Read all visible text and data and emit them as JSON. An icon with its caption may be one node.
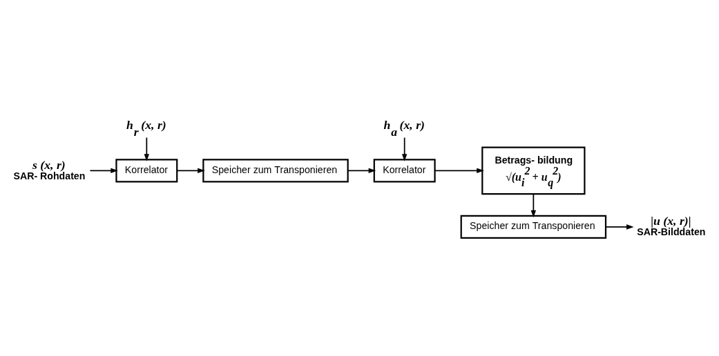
{
  "diagram": {
    "nodes": [
      {
        "text": [
          "Korrelator"
        ]
      },
      {
        "text": [
          "Speicher zum Transponieren"
        ]
      },
      {
        "text": [
          "Korrelator"
        ]
      },
      {
        "text": [
          "Betrags- bildung",
          "√(u$_{i}$$^{2}$ + u$_{q}$$^{2}$)"
        ]
      },
      {
        "text": [
          "Speicher zum Transponieren"
        ]
      },
      {
        "text": [
          "s (x, r)",
          "SAR- Rohdaten"
        ]
      },
      {
        "text": [
          "h$_{r}$ (x, r)"
        ]
      },
      {
        "text": [
          "h$_{a}$ (x, r)"
        ]
      },
      {
        "text": [
          "|u (x, r)|",
          "SAR-Bilddaten"
        ]
      }
    ],
    "edges": [
      {
        "from": 5,
        "to": 0,
        "arrow": "to"
      },
      {
        "from": 6,
        "to": 0,
        "arrow": "to"
      },
      {
        "from": 0,
        "to": 1,
        "arrow": "to"
      },
      {
        "from": 1,
        "to": 2,
        "arrow": "to"
      },
      {
        "from": 7,
        "to": 2,
        "arrow": "to"
      },
      {
        "from": 2,
        "to": 3,
        "arrow": "to"
      },
      {
        "from": 3,
        "to": 4,
        "arrow": "to"
      },
      {
        "from": 4,
        "to": 8,
        "arrow": "to"
      }
    ]
  }
}
